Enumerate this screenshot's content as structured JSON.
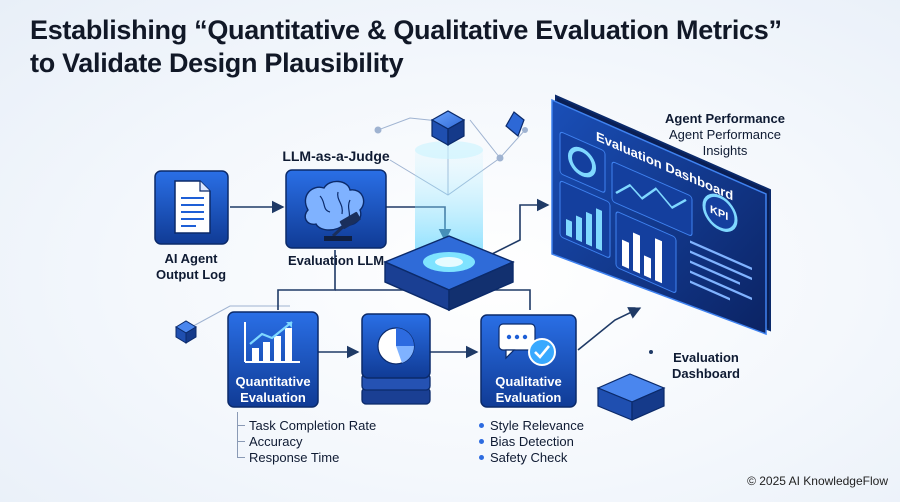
{
  "title": {
    "line1": "Establishing “Quantitative & Qualitative Evaluation Metrics”",
    "line2": "to Validate Design Plausibility"
  },
  "nodes": {
    "output_log": {
      "label_line1": "AI Agent",
      "label_line2": "Output Log",
      "icon": "document-icon"
    },
    "judge": {
      "heading": "LLM-as-a-Judge",
      "label": "Evaluation LLM",
      "icon": "brain-gavel-icon"
    },
    "quantitative": {
      "label_line1": "Quantitative",
      "label_line2": "Evaluation",
      "icon": "growth-chart-icon",
      "metrics": [
        "Task Completion Rate",
        "Accuracy",
        "Response Time"
      ]
    },
    "aggregate": {
      "icon": "pie-chart-icon"
    },
    "qualitative": {
      "label_line1": "Qualitative",
      "label_line2": "Evaluation",
      "icon": "chat-check-icon",
      "metrics": [
        "Style Relevance",
        "Bias Detection",
        "Safety Check"
      ]
    },
    "dashboard": {
      "screen_title": "Evaluation Dashboard",
      "kpi_label": "KPI",
      "caption_line1": "Evaluation",
      "caption_line2": "Dashboard"
    },
    "agent_performance": {
      "heading": "Agent Performance",
      "sub_line1": "Agent Performance",
      "sub_line2": "Insights"
    }
  },
  "colors": {
    "accent": "#1e5fd6",
    "dark": "#0d2b6b",
    "glow": "#63d6ff",
    "line": "#1f3a66"
  },
  "footer": "© 2025 AI KnowledgeFlow"
}
